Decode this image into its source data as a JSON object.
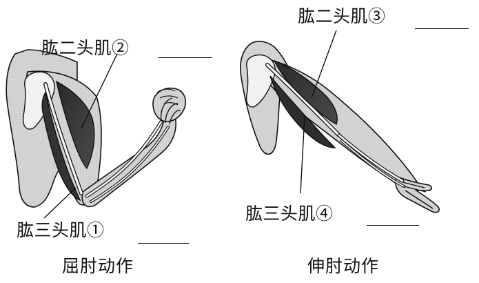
{
  "figures": [
    {
      "caption": "屈肘动作",
      "labels": {
        "biceps": "肱二头肌②",
        "triceps": "肱三头肌①"
      }
    },
    {
      "caption": "伸肘动作",
      "labels": {
        "biceps": "肱二头肌③",
        "triceps": "肱三头肌④"
      }
    }
  ]
}
